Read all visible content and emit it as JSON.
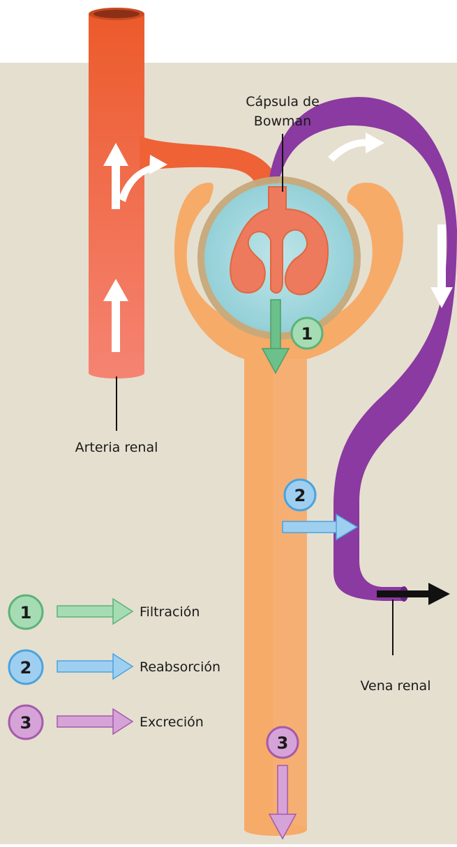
{
  "labels": {
    "capsule_line1": "Cápsula de",
    "capsule_line2": "Bowman",
    "artery": "Arteria renal",
    "vein": "Vena renal"
  },
  "markers": {
    "filtration": "1",
    "reabsorption": "2",
    "excretion": "3"
  },
  "legend": [
    {
      "number": "1",
      "label": "Filtración",
      "color": "#6cc08a",
      "fill": "#a6dcb3"
    },
    {
      "number": "2",
      "label": "Reabsorción",
      "color": "#4aa3df",
      "fill": "#9fcff0"
    },
    {
      "number": "3",
      "label": "Excreción",
      "color": "#a45ba9",
      "fill": "#d6a3d8"
    }
  ],
  "colors": {
    "background": "#e5dfcf",
    "artery_top": "#ee5a2c",
    "artery_bottom": "#f5806a",
    "tubule": "#f6ae6c",
    "vein": "#8a3aa0",
    "capsule": "#a9dde0"
  }
}
